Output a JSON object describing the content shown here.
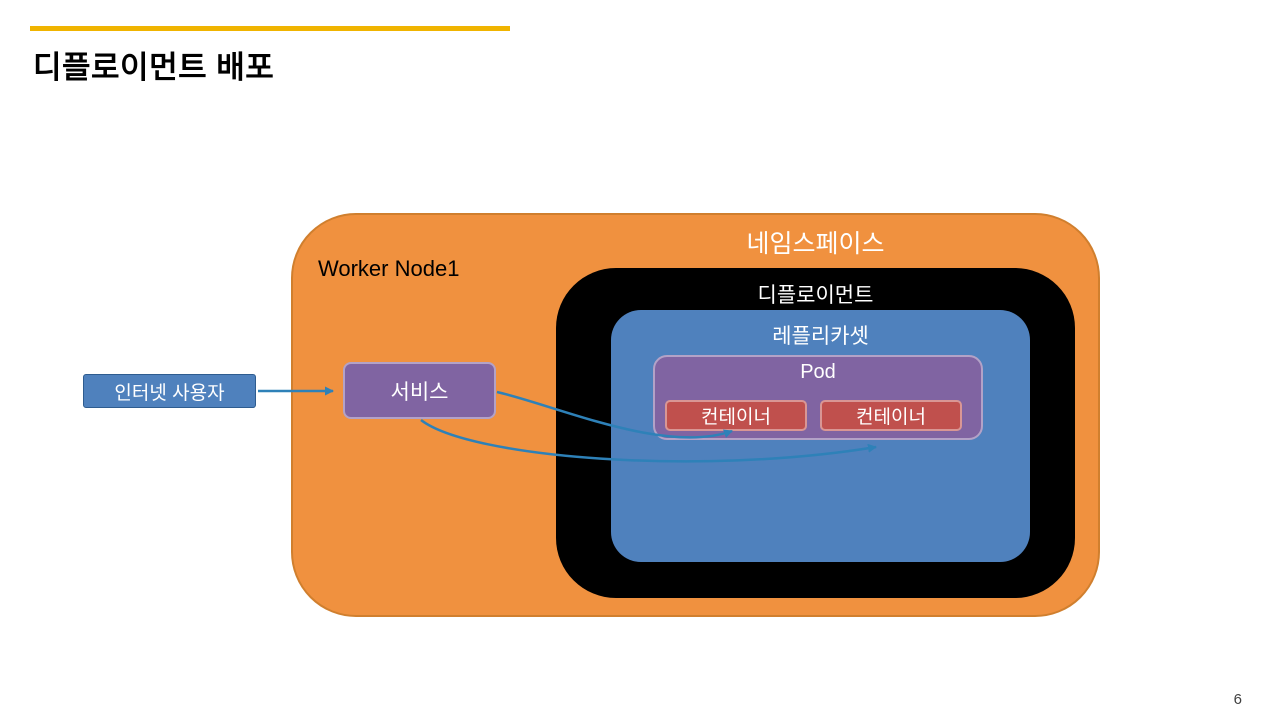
{
  "page": {
    "title": "디플로이먼트 배포",
    "page_number": "6"
  },
  "colors": {
    "accent_line": "#F0B400",
    "namespace_fill": "#F0913F",
    "deployment_fill": "#000000",
    "replicaset_fill": "#4F81BD",
    "pod_fill": "#8064A2",
    "pod_border": "#B3A2C7",
    "container_fill": "#C0504D",
    "container_border": "#D99694",
    "service_fill": "#8064A2",
    "internet_user_fill": "#4F81BD",
    "arrow": "#2E81B8"
  },
  "diagram": {
    "namespace_label": "네임스페이스",
    "worker_node_label": "Worker Node1",
    "deployment_label": "디플로이먼트",
    "replicaset_label": "레플리카셋",
    "pod_label": "Pod",
    "containers": [
      {
        "label": "컨테이너"
      },
      {
        "label": "컨테이너"
      }
    ],
    "internet_user_label": "인터넷 사용자",
    "service_label": "서비스"
  }
}
